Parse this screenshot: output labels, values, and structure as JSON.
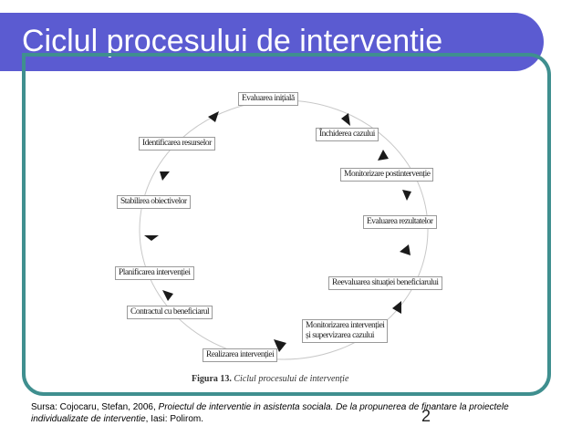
{
  "slide": {
    "title": "Ciclul procesului de interventie",
    "number": "2",
    "source_prefix": "Sursa: Cojocaru, Stefan, 2006, ",
    "source_italic": "Proiectul de interventie in asistenta sociala. De la propunerea de finantare la proiectele individualizate de interventie",
    "source_suffix": ", Iasi: Polirom."
  },
  "diagram": {
    "nodes": [
      "Evaluarea inițială",
      "Închiderea cazului",
      "Monitorizare postintervenție",
      "Evaluarea rezultatelor",
      "Reevaluarea situației beneficiarului",
      "Monitorizarea intervenției",
      "și supervizarea cazului",
      "Realizarea intervenției",
      "Contractul cu beneficiarul",
      "Planificarea intervenției",
      "Stabilirea obiectivelor",
      "Identificarea resurselor"
    ],
    "caption_label": "Figura 13.",
    "caption_text": "Ciclul procesului de intervenție"
  },
  "colors": {
    "title_band": "#5b5bd1",
    "frame": "#3f8f8f",
    "text": "#000000"
  }
}
